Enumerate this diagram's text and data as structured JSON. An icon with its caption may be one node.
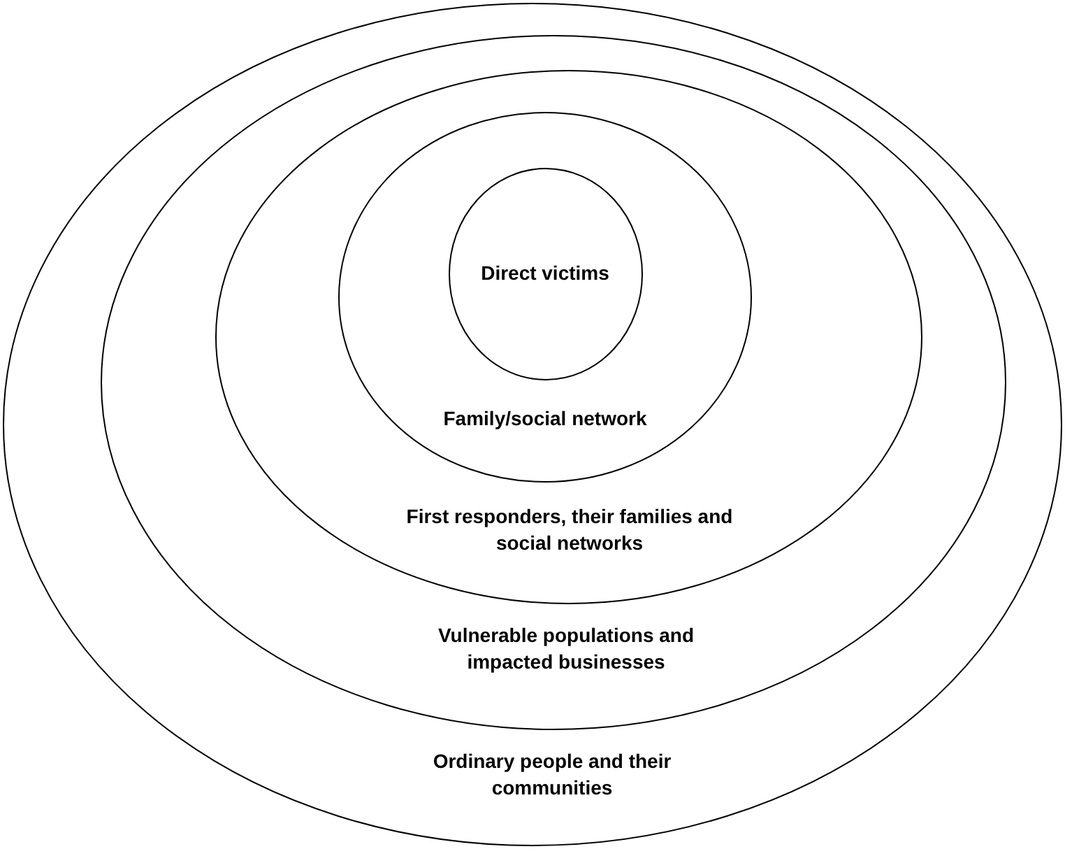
{
  "diagram": {
    "nodes": [
      {
        "text": [
          "Ordinary people and their communities"
        ]
      },
      {
        "text": [
          "Vulnerable populations and impacted businesses"
        ],
        "in": 0
      },
      {
        "text": [
          "First responders, their families and social networks"
        ],
        "in": 1
      },
      {
        "text": [
          "Family/social network"
        ],
        "in": 2
      },
      {
        "text": [
          "Direct victims"
        ],
        "in": 3
      }
    ]
  }
}
